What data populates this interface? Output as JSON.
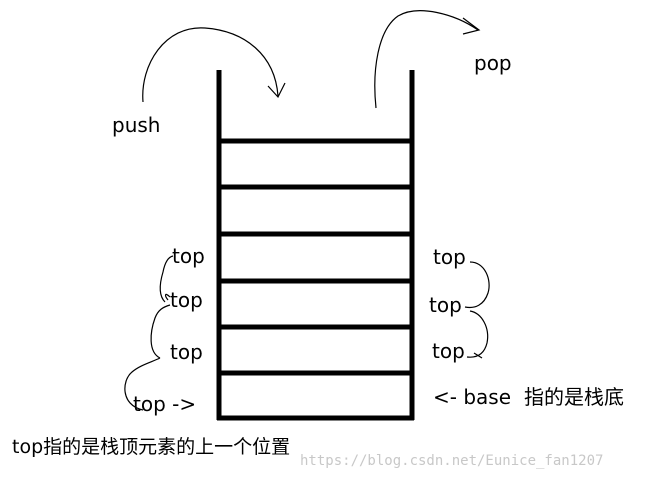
{
  "labels": {
    "push": "push",
    "pop": "pop",
    "top": "top",
    "top_arrow": "top ->",
    "base": "<- base",
    "base_note": "指的是栈底"
  },
  "caption": "top指的是栈顶元素的上一个位置",
  "watermark": "https://blog.csdn.net/Eunice_fan1207",
  "colors": {
    "ink": "#000000",
    "background": "#ffffff",
    "watermark": "#c8c8c8"
  }
}
